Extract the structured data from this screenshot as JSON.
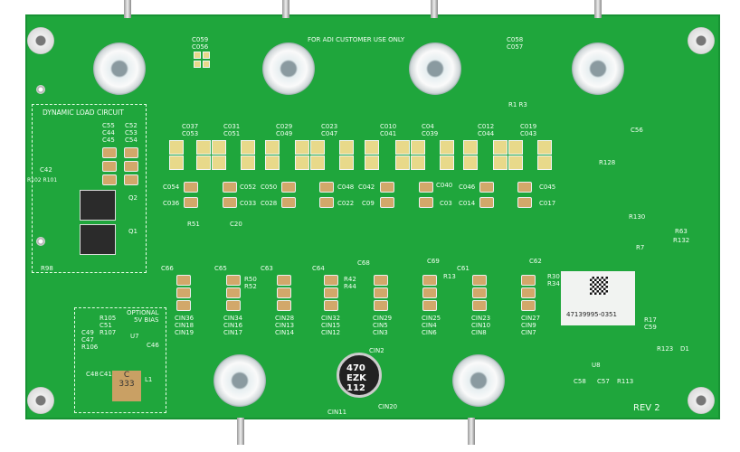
{
  "board": {
    "color": "#1fa63c",
    "title_text": "FOR ADI CUSTOMER USE ONLY",
    "revision": "REV 2",
    "serial": "47139995-0351"
  },
  "sections": {
    "dynamic_load": "DYNAMIC LOAD CIRCUIT",
    "optional_bias": "OPTIONAL\n5V BIAS"
  },
  "capacitor": {
    "line1": "470",
    "line2": "EZK",
    "line3": "112"
  },
  "inductor": {
    "line1": "C",
    "line2": "333"
  },
  "labels": [
    "C059\nC056",
    "C058\nC057",
    "R1 R3",
    "C55\nC44\nC45",
    "C52\nC53\nC54",
    "C42",
    "R102 R101",
    "Q2",
    "Q1",
    "R98",
    "C037\nC053",
    "C031\nC051",
    "C029\nC049",
    "C023\nC047",
    "C010\nC041",
    "C04\nC039",
    "C012\nC044",
    "C019\nC043",
    "C054",
    "C052",
    "C050",
    "C048",
    "C042",
    "C040",
    "C046",
    "C045",
    "C036",
    "C033",
    "C028",
    "C022",
    "C09",
    "C03",
    "C014",
    "C017",
    "CIN36\nCIN18\nCIN19",
    "CIN34\nCIN16\nCIN17",
    "CIN28\nCIN13\nCIN14",
    "CIN32\nCIN15\nCIN12",
    "CIN29\nCIN5\nCIN3",
    "CIN25\nCIN4\nCIN6",
    "CIN23\nCIN10\nCIN8",
    "CIN27\nCIN9\nCIN7",
    "R105\nC51\nR107",
    "C49\nC47\nR106",
    "U7",
    "C46",
    "C48",
    "C41",
    "L1",
    "CIN2",
    "CIN20",
    "CIN11",
    "R17\nC59",
    "R123",
    "D1",
    "U8",
    "C58",
    "C57",
    "R113",
    "C56",
    "R130",
    "R63",
    "R132",
    "R7",
    "R30\nR34",
    "R51",
    "C20",
    "C66",
    "C63",
    "C64",
    "C65",
    "C68",
    "C69",
    "C61",
    "C62",
    "R50\nR52",
    "R42\nR44",
    "R13",
    "R128"
  ]
}
